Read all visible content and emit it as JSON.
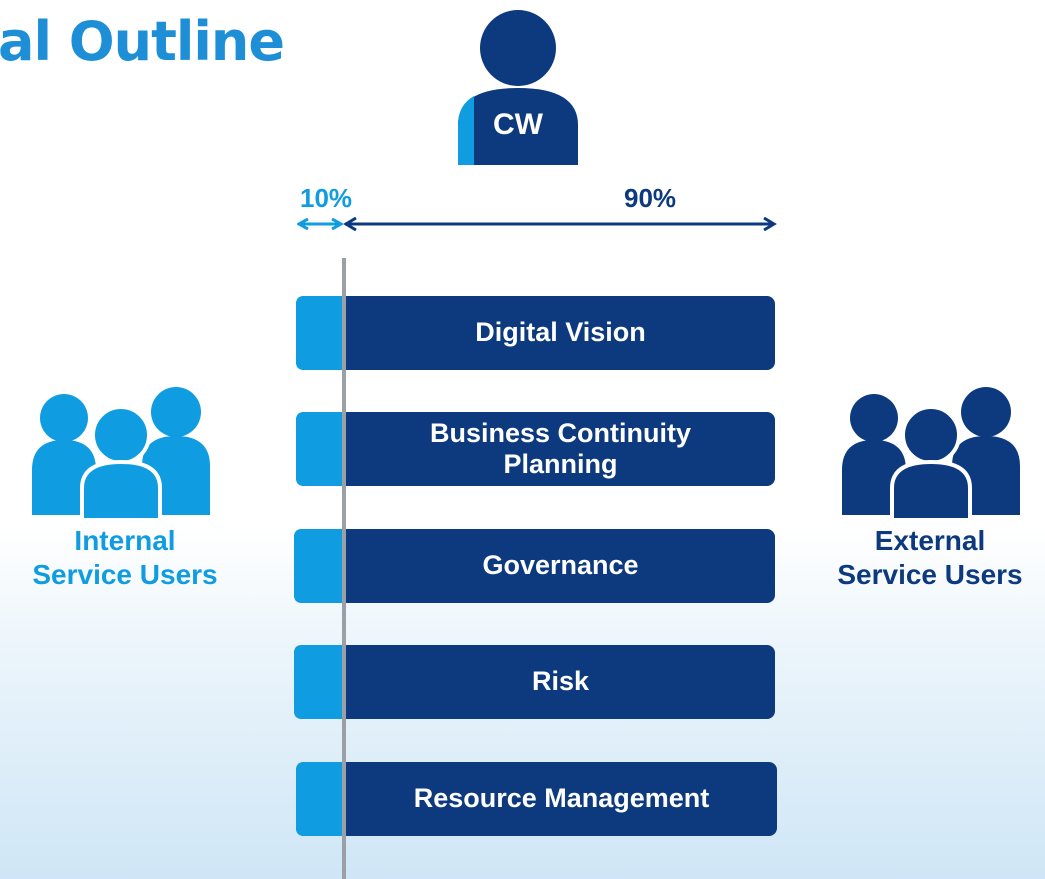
{
  "header": {
    "title": "al Outline"
  },
  "cw": {
    "label": "CW"
  },
  "split": {
    "left_label": "10%",
    "right_label": "90%"
  },
  "bars": [
    {
      "label_line1": "Digital Vision",
      "label_line2": ""
    },
    {
      "label_line1": "Business Continuity",
      "label_line2": "Planning"
    },
    {
      "label_line1": "Governance",
      "label_line2": ""
    },
    {
      "label_line1": "Risk",
      "label_line2": ""
    },
    {
      "label_line1": "Resource Management",
      "label_line2": ""
    }
  ],
  "internal": {
    "line1": "Internal",
    "line2": "Service Users"
  },
  "external": {
    "line1": "External",
    "line2": "Service Users"
  },
  "colors": {
    "dark_blue": "#0d3a7e",
    "light_blue": "#0f9ce0",
    "title_blue": "#1e8fd6",
    "line_grey": "#9aa0a6"
  },
  "icons": [
    "person-icon",
    "group-icon"
  ]
}
